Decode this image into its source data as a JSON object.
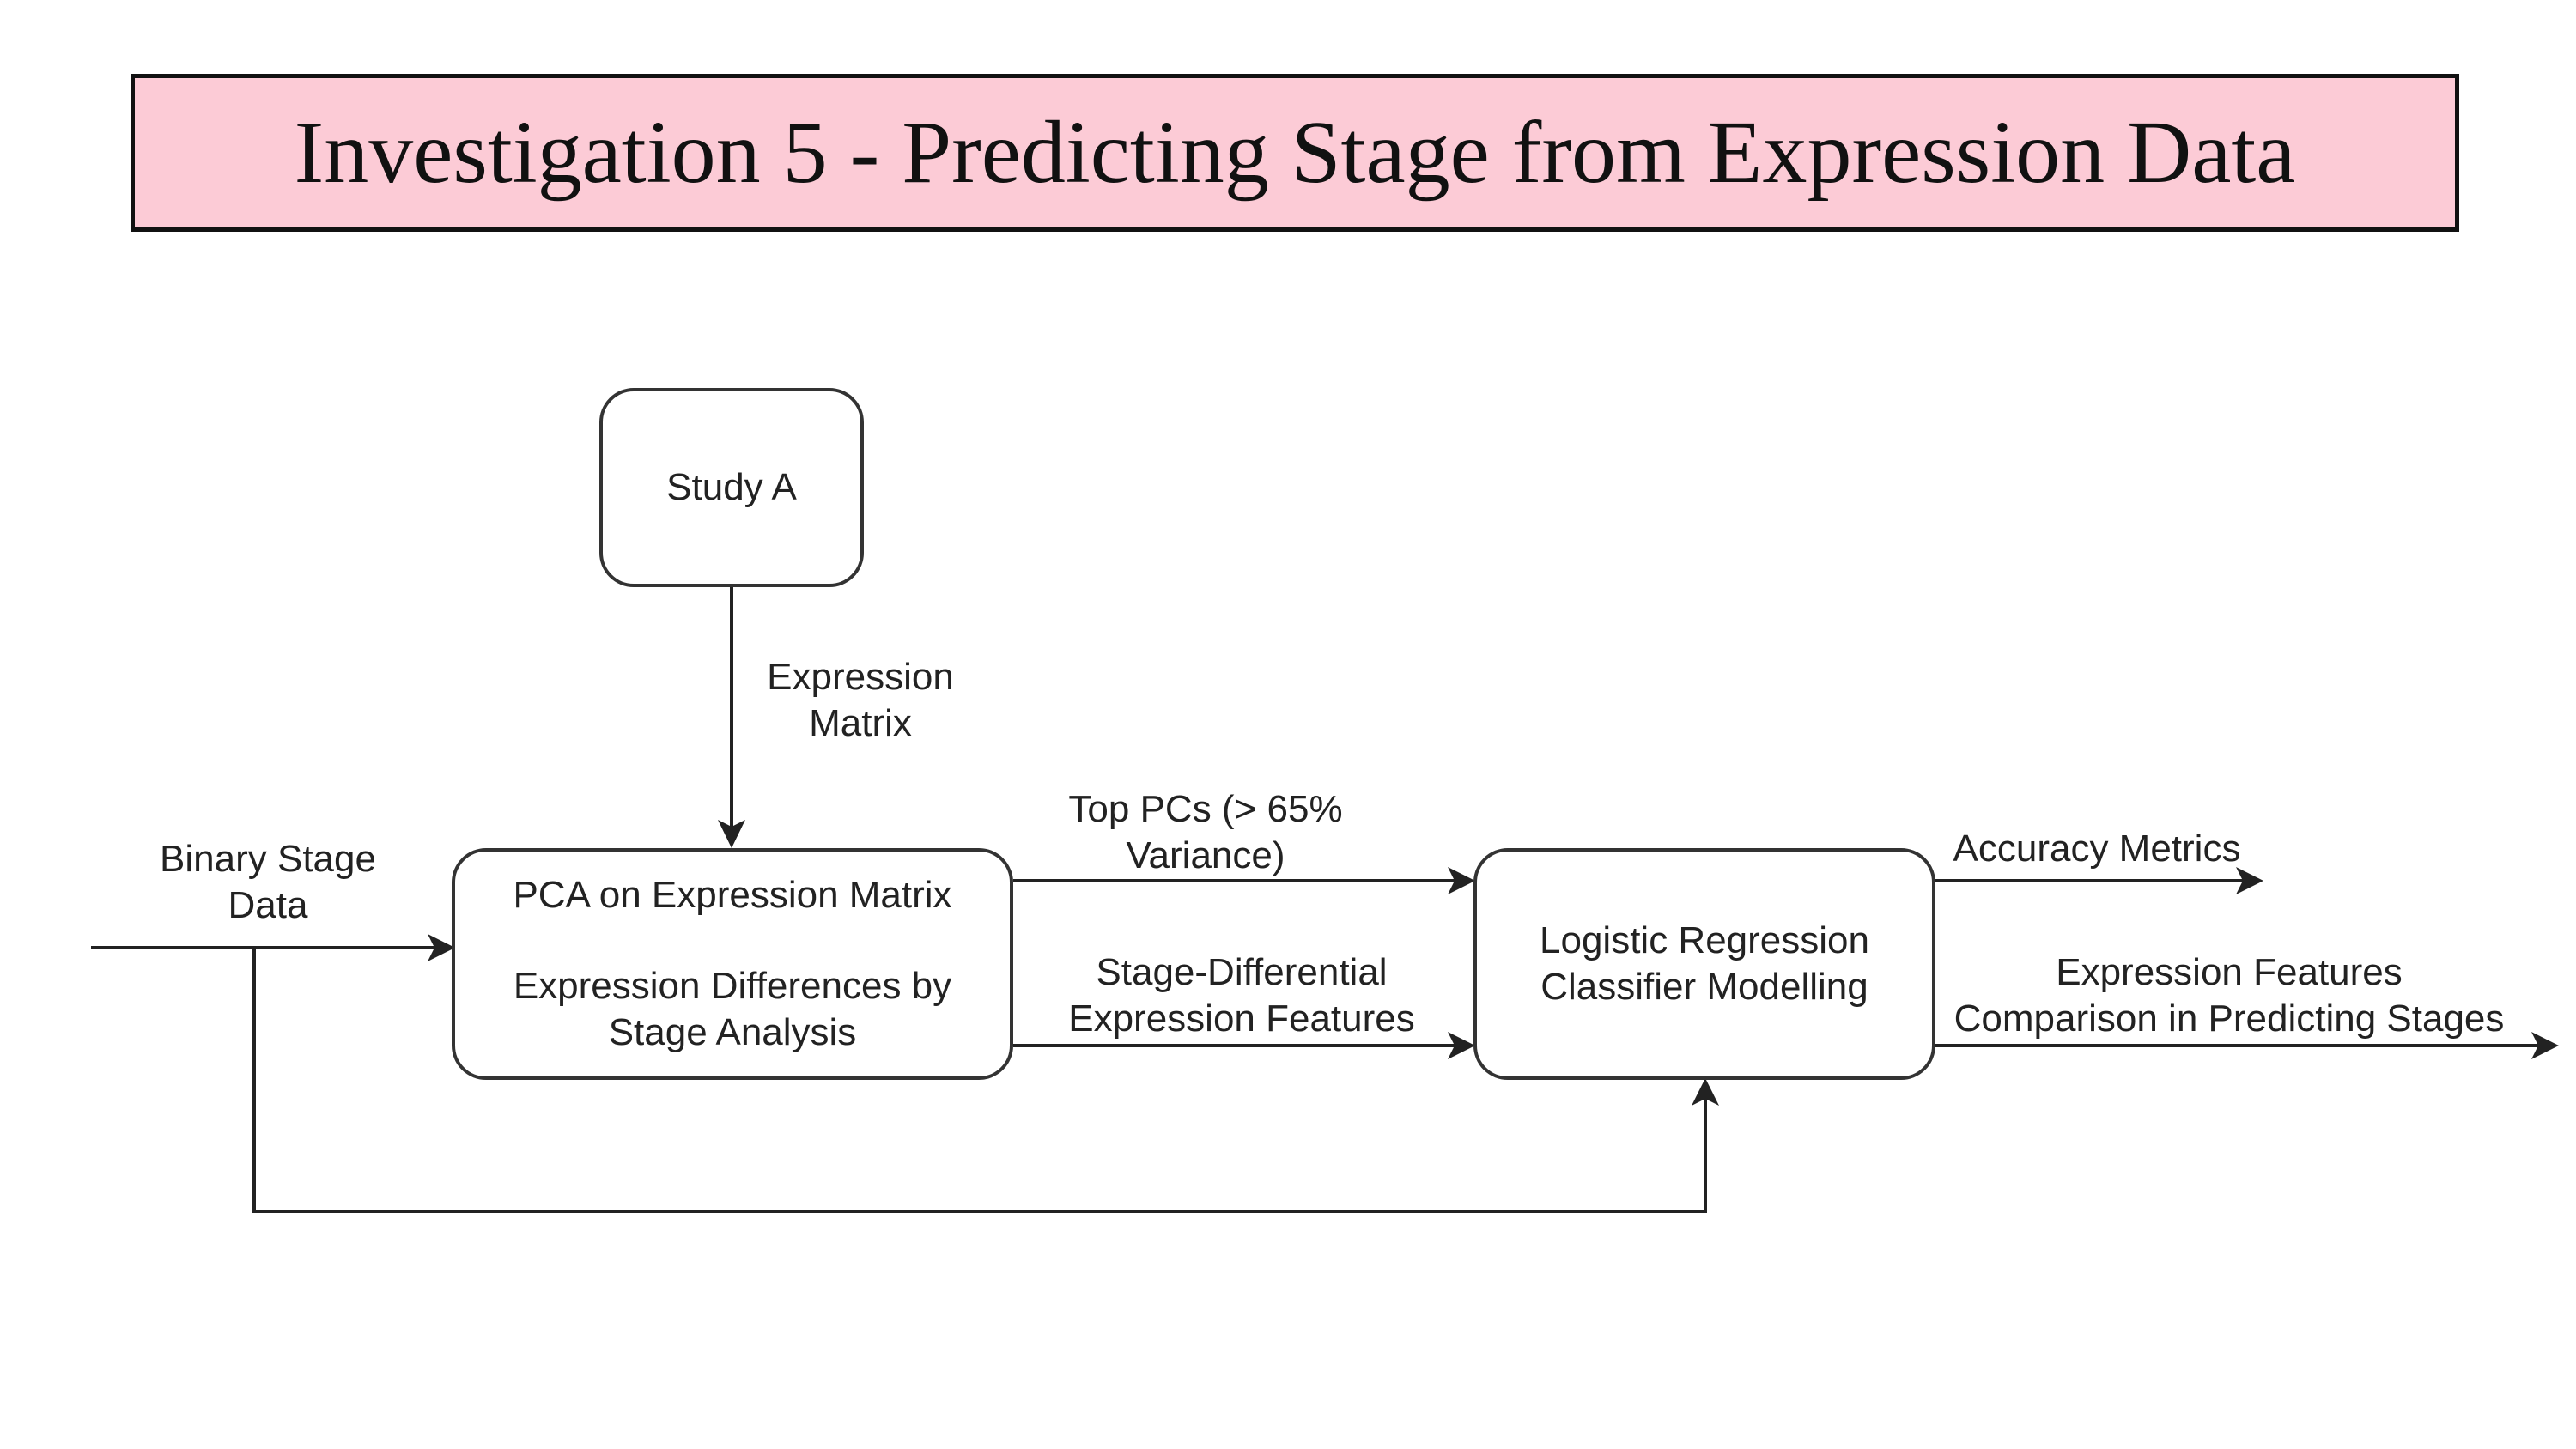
{
  "title": "Investigation 5 - Predicting Stage from Expression Data",
  "colors": {
    "banner_fill": "#fccbd6",
    "banner_border": "#111111",
    "line": "#222222",
    "text": "#222222"
  },
  "nodes": {
    "study_a": {
      "lines": [
        "Study A"
      ]
    },
    "pca": {
      "line1": "PCA on Expression Matrix",
      "line2": "Expression Differences by",
      "line3": "Stage Analysis"
    },
    "logreg": {
      "lines": [
        "Logistic Regression",
        "Classifier Modelling"
      ]
    }
  },
  "edge_labels": {
    "expression_matrix": [
      "Expression",
      "Matrix"
    ],
    "binary_stage_data": [
      "Binary Stage",
      "Data"
    ],
    "top_pcs": [
      "Top PCs (> 65%",
      "Variance)"
    ],
    "stage_differential": [
      "Stage-Differential",
      "Expression Features"
    ],
    "accuracy_metrics": [
      "Accuracy Metrics"
    ],
    "expression_features_comparison": [
      "Expression Features",
      "Comparison in Predicting Stages"
    ]
  }
}
